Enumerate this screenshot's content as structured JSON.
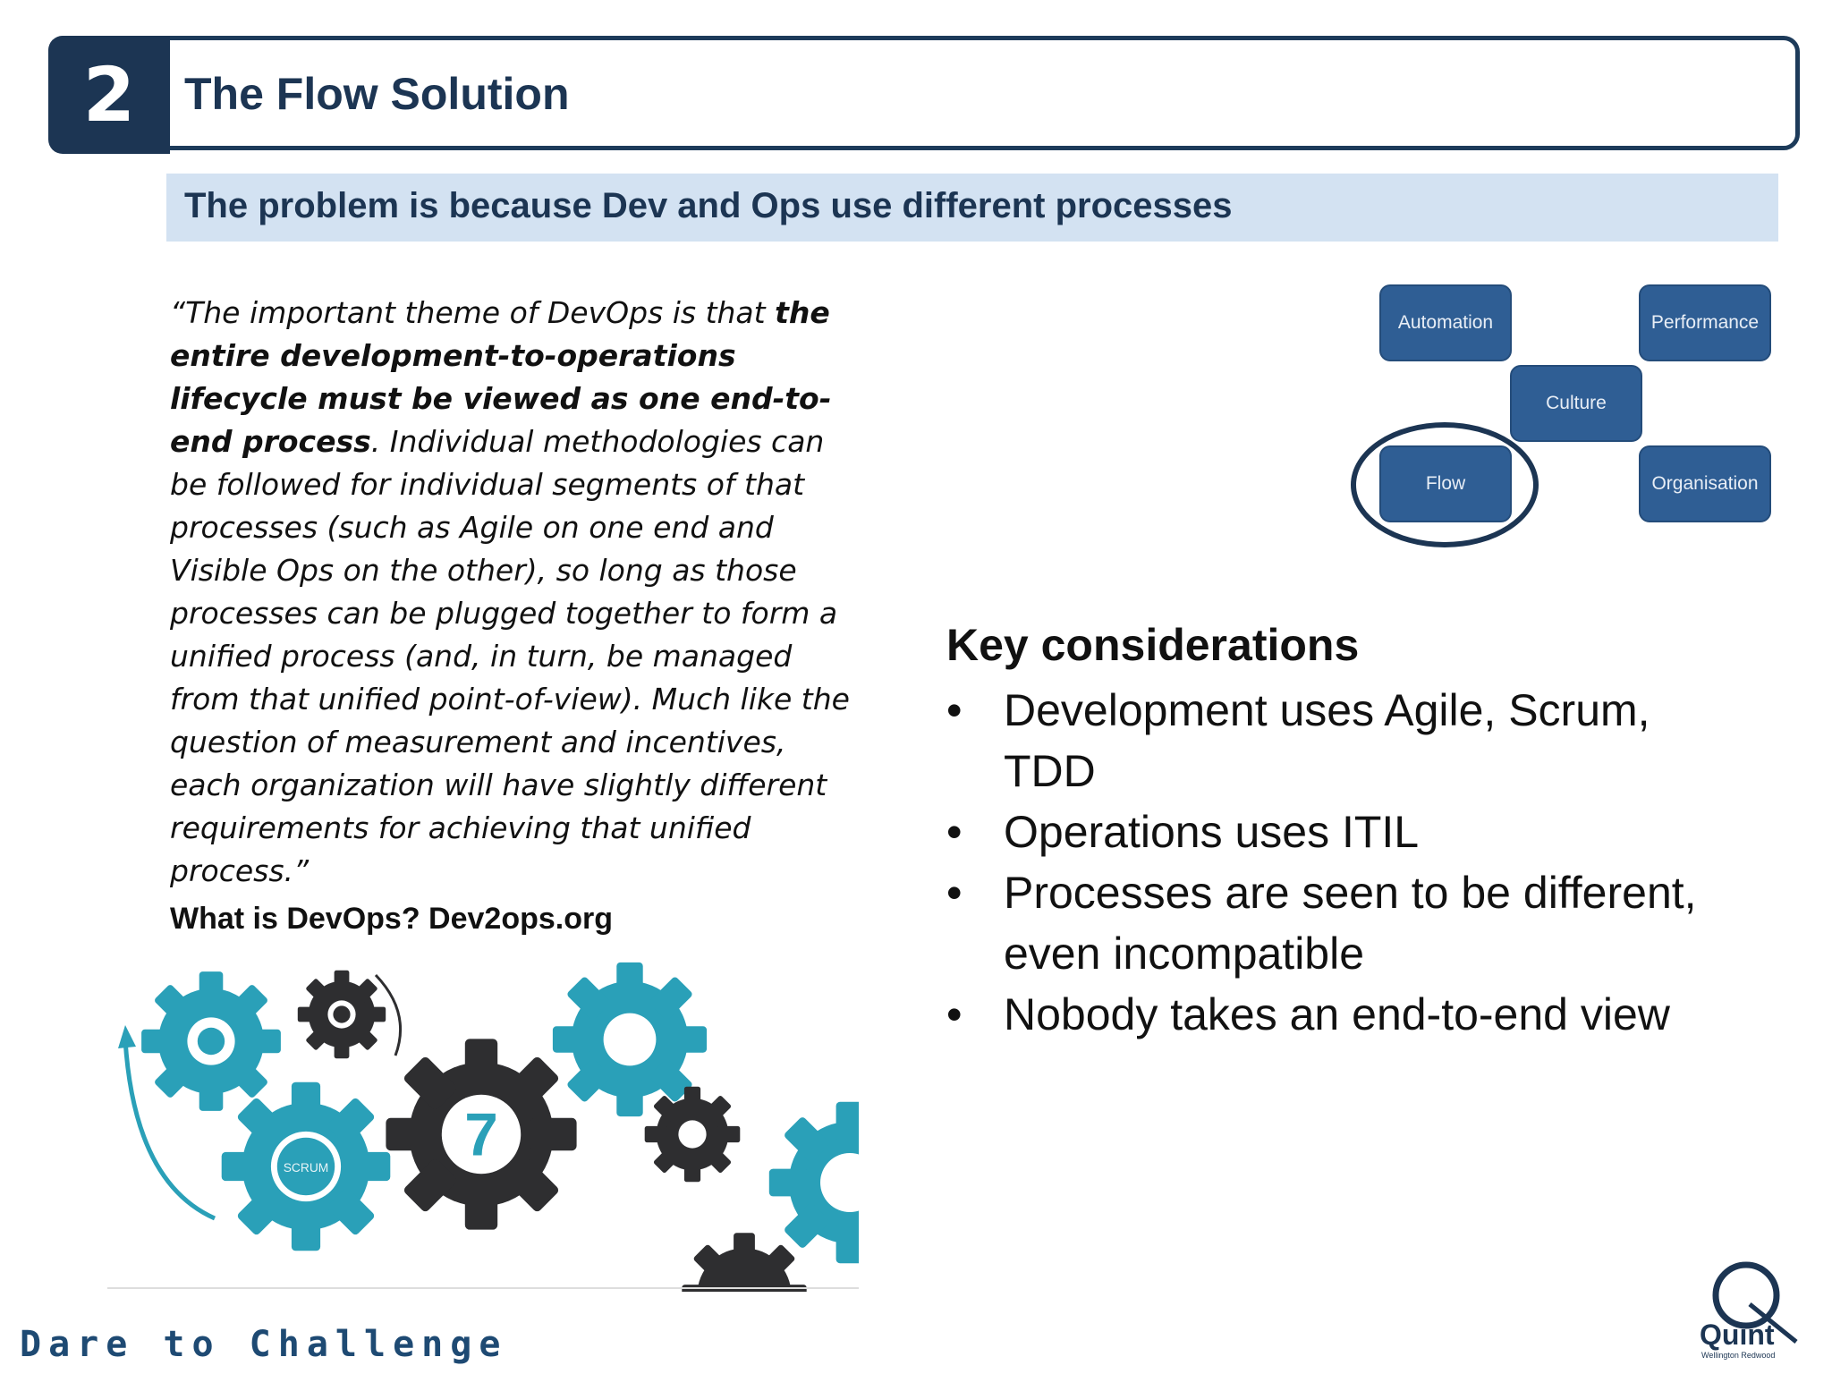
{
  "header": {
    "section_number": "2",
    "title": "The Flow Solution"
  },
  "subtitle": "The problem is because Dev and Ops use different processes",
  "quote": {
    "open": "“The important theme of DevOps is that ",
    "bold": "the entire development-to-operations lifecycle must be viewed as one end-to-end process",
    "rest": ". Individual methodologies can be followed for individual segments of that processes (such as Agile on one end and Visible Ops on the other), so long as those processes can be plugged together to form a unified process (and, in turn, be managed from that unified point-of-view). Much like the question of measurement and incentives, each organization will have slightly different requirements for achieving that unified process.”",
    "source": "What is DevOps? Dev2ops.org"
  },
  "diagram": {
    "automation": "Automation",
    "performance": "Performance",
    "culture": "Culture",
    "flow": "Flow",
    "organisation": "Organisation"
  },
  "key_considerations": {
    "heading": "Key considerations",
    "bullet": "•",
    "items": [
      "Development uses Agile, Scrum, TDD",
      "Operations uses ITIL",
      "Processes are seen to be different, even incompatible",
      "Nobody takes an end-to-end view"
    ]
  },
  "gears": {
    "scrum_label": "SCRUM",
    "seven_label": "7"
  },
  "footer": {
    "tagline": "Dare to Challenge",
    "logo_name": "Quint",
    "logo_sub": "Wellington Redwood"
  },
  "colors": {
    "navy": "#1c3553",
    "band": "#d3e2f2",
    "pill": "#2f5e94",
    "teal": "#2aa0b8",
    "dark_gear": "#2e2e30"
  }
}
